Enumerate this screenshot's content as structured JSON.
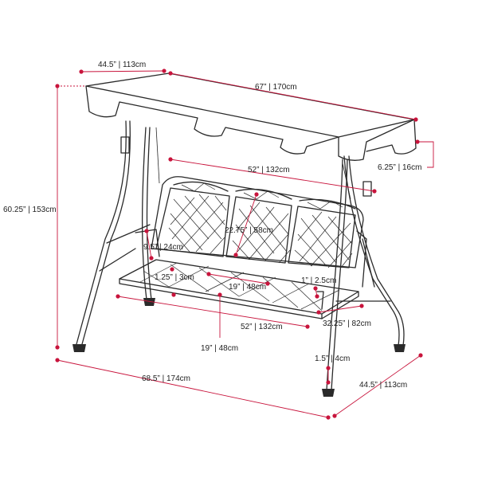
{
  "colors": {
    "dimension": "#c8143c",
    "outline": "#2a2a2a",
    "background": "#ffffff"
  },
  "dimensions": {
    "canopy_depth": "44.5” | 113cm",
    "canopy_width": "67” | 170cm",
    "overall_height": "60.25” | 153cm",
    "canopy_flap": "6.25” | 16cm",
    "backrest_width": "52” | 132cm",
    "backrest_height": "22.75” | 58cm",
    "armrest_height": "9.5” | 24cm",
    "seat_frame_thickness": "1.25” | 3cm",
    "seat_depth": "19” | 48cm",
    "seat_cushion": "1” | 2.5cm",
    "seat_width": "52” | 132cm",
    "seat_to_ground": "32.25” | 82cm",
    "seat_height": "19” | 48cm",
    "foot_height": "1.5” | 4cm",
    "overall_width": "68.5” | 174cm",
    "overall_depth": "44.5” | 113cm"
  }
}
